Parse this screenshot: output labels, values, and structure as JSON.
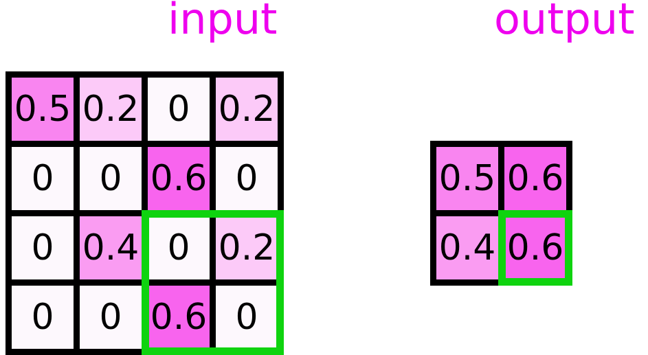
{
  "diagram": {
    "kind": "max-pooling-figure",
    "input": {
      "title": "input",
      "size": 4,
      "cells": [
        [
          "0.5",
          "0.2",
          "0",
          "0.2"
        ],
        [
          "0",
          "0",
          "0.6",
          "0"
        ],
        [
          "0",
          "0.4",
          "0",
          "0.2"
        ],
        [
          "0",
          "0",
          "0.6",
          "0"
        ]
      ],
      "highlight_region": {
        "row": 2,
        "col": 2,
        "span_rows": 2,
        "span_cols": 2
      }
    },
    "output": {
      "title": "output",
      "size": 2,
      "cells": [
        [
          "0.5",
          "0.6"
        ],
        [
          "0.4",
          "0.6"
        ]
      ],
      "highlight_region": {
        "row": 1,
        "col": 1,
        "span_rows": 1,
        "span_cols": 1
      }
    },
    "colors": {
      "title_text": "#ee00ee",
      "grid_line": "#000000",
      "cell_text": "#000000",
      "highlight_border": "#0fd30f",
      "value_colors": {
        "0": "#fdf8fd",
        "0.2": "#fccaf8",
        "0.4": "#fa9cf2",
        "0.5": "#f985f0",
        "0.6": "#f864ee"
      }
    }
  }
}
